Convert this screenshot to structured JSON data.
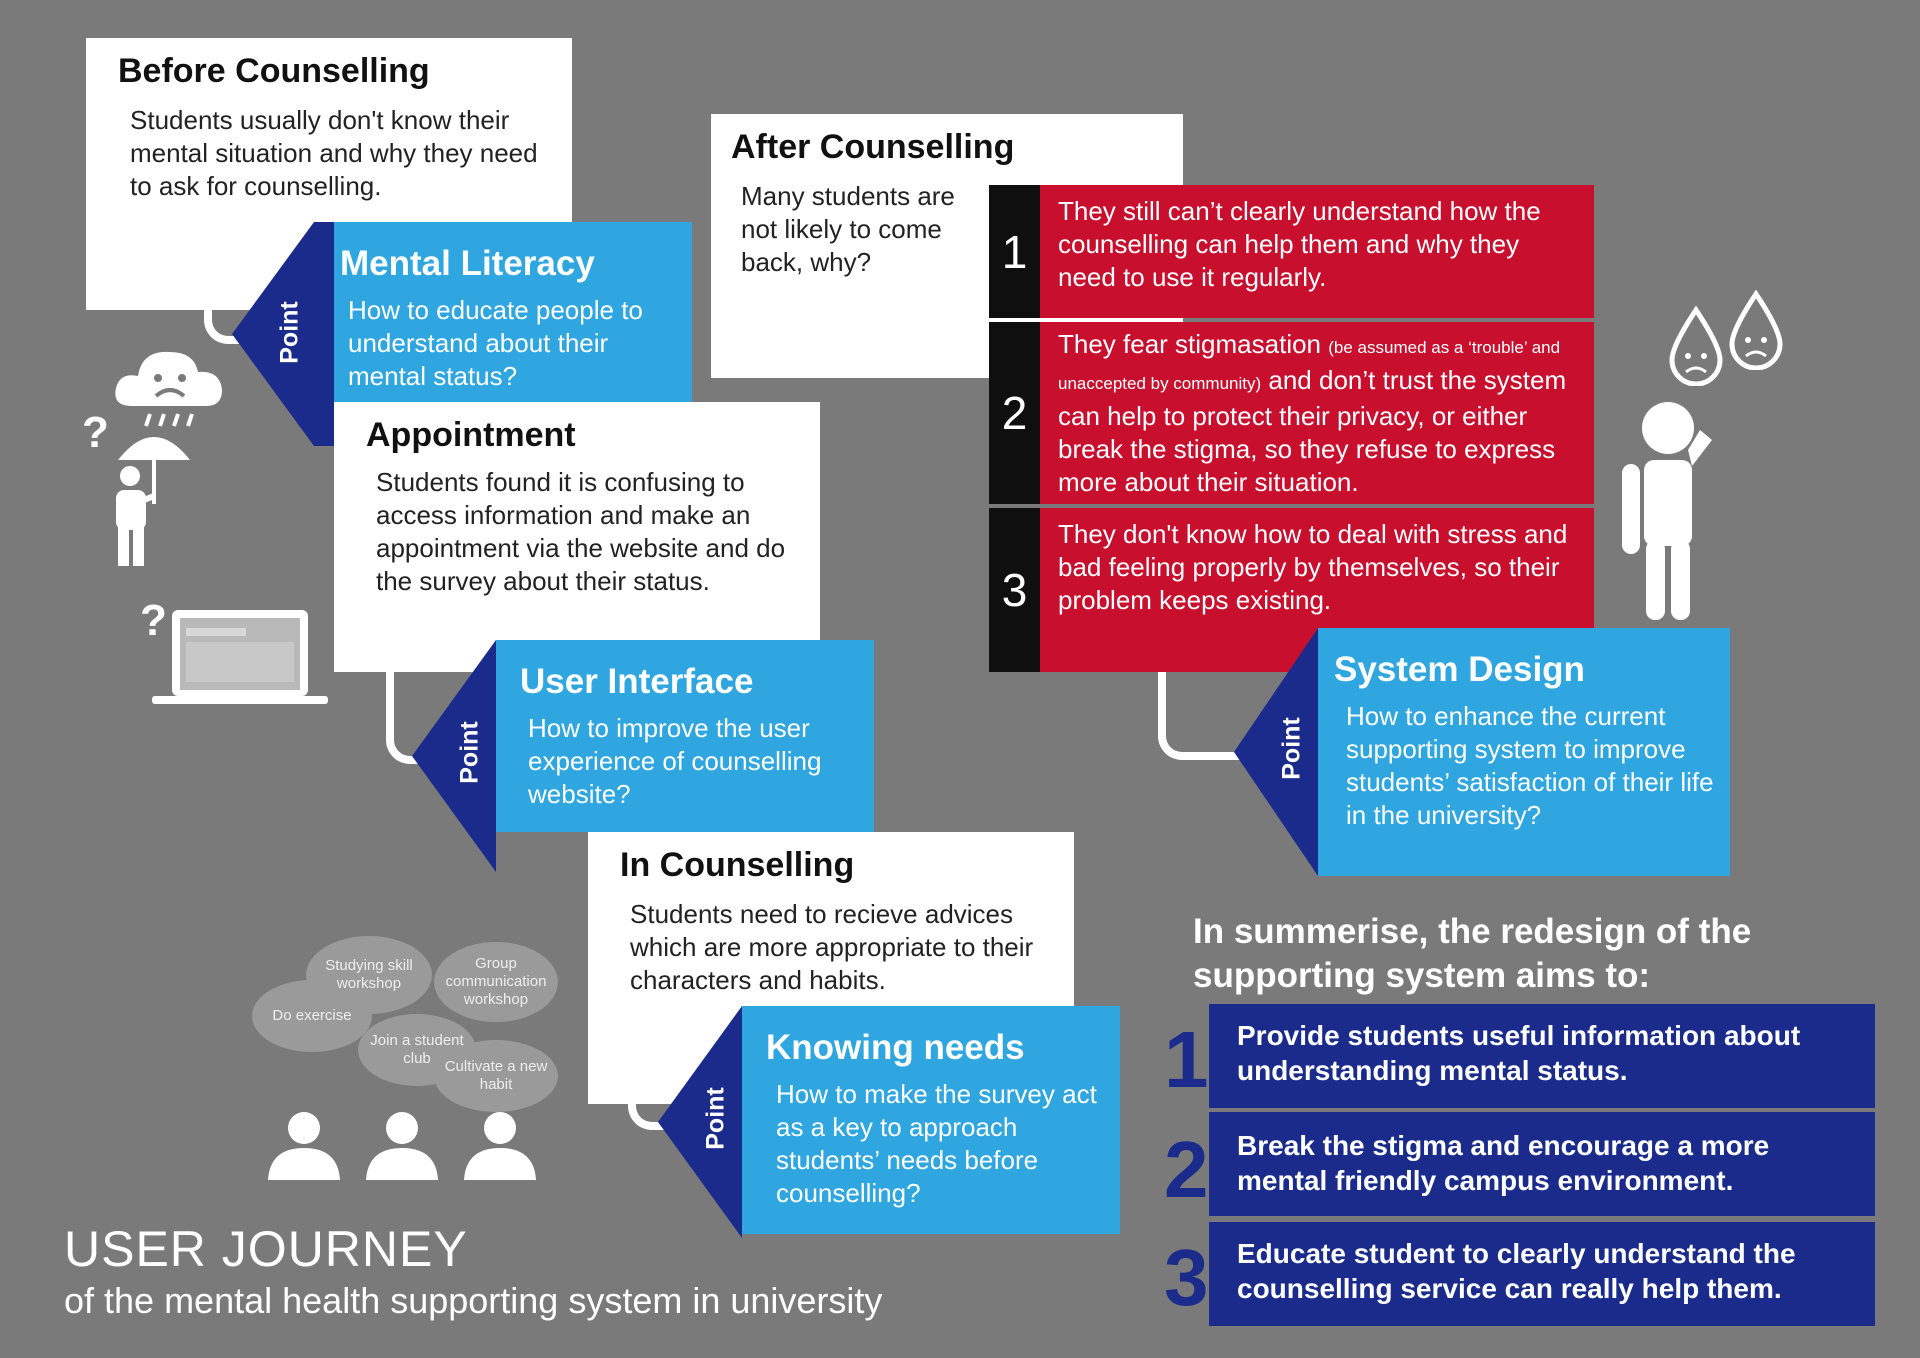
{
  "before": {
    "title": "Before Counselling",
    "text": "Students usually don't know their mental situation and why they need to ask for counselling."
  },
  "mental_literacy": {
    "title": "Mental Literacy",
    "text": "How to educate people to understand about their mental status?",
    "point": "Point"
  },
  "appointment": {
    "title": "Appointment",
    "text": "Students found it is confusing to access information and make an appointment via the website and do the survey about their status."
  },
  "user_interface": {
    "title": "User Interface",
    "text": "How to improve the user experience of counselling website?",
    "point": "Point"
  },
  "in_counselling": {
    "title": "In Counselling",
    "text": "Students need to recieve advices which are more appropriate to their characters and habits."
  },
  "knowing_needs": {
    "title": "Knowing needs",
    "text": "How to make the survey act as a key to approach students’ needs before counselling?",
    "point": "Point"
  },
  "after": {
    "title": "After Counselling",
    "text": "Many students are not likely to come back, why?",
    "reasons": [
      {
        "num": "1",
        "text": "They still can’t clearly understand how the counselling can help them and why they need to use it regularly."
      },
      {
        "num": "2",
        "text_a": "They fear stigmasation",
        "text_small": "(be assumed as a ‘trouble’ and unaccepted by community)",
        "text_b": "and don’t trust the system can help to protect their privacy, or either break the stigma, so they refuse to express more about their situation."
      },
      {
        "num": "3",
        "text": "They don't know how to deal with stress and bad feeling properly by themselves, so their problem keeps existing."
      }
    ]
  },
  "system_design": {
    "title": "System Design",
    "text": "How to enhance the current supporting system to improve students’ satisfaction of their life in the university?",
    "point": "Point"
  },
  "summary": {
    "heading": "In summerise, the redesign of the supporting system aims to:",
    "items": [
      {
        "num": "1",
        "text": "Provide students useful information about understanding mental status."
      },
      {
        "num": "2",
        "text": "Break the stigma and encourage a more mental friendly campus environment."
      },
      {
        "num": "3",
        "text": "Educate student to clearly understand the counselling service can really help them."
      }
    ]
  },
  "bubbles": {
    "studying": "Studying skill workshop",
    "group": "Group communication workshop",
    "exercise": "Do exercise",
    "club": "Join a student club",
    "habit": "Cultivate a new habit"
  },
  "footer": {
    "title": "USER JOURNEY",
    "subtitle": "of the mental health supporting system in university"
  },
  "icons": [
    "sad-cloud-icon",
    "umbrella-person-icon",
    "laptop-icon",
    "question-mark-icon",
    "sad-drop-icon",
    "confused-person-icon",
    "people-icon"
  ],
  "colors": {
    "background": "#7a7a7a",
    "blue": "#2fa6e0",
    "navy": "#1a2b8c",
    "red": "#c8102e",
    "black": "#0f0f0f"
  }
}
